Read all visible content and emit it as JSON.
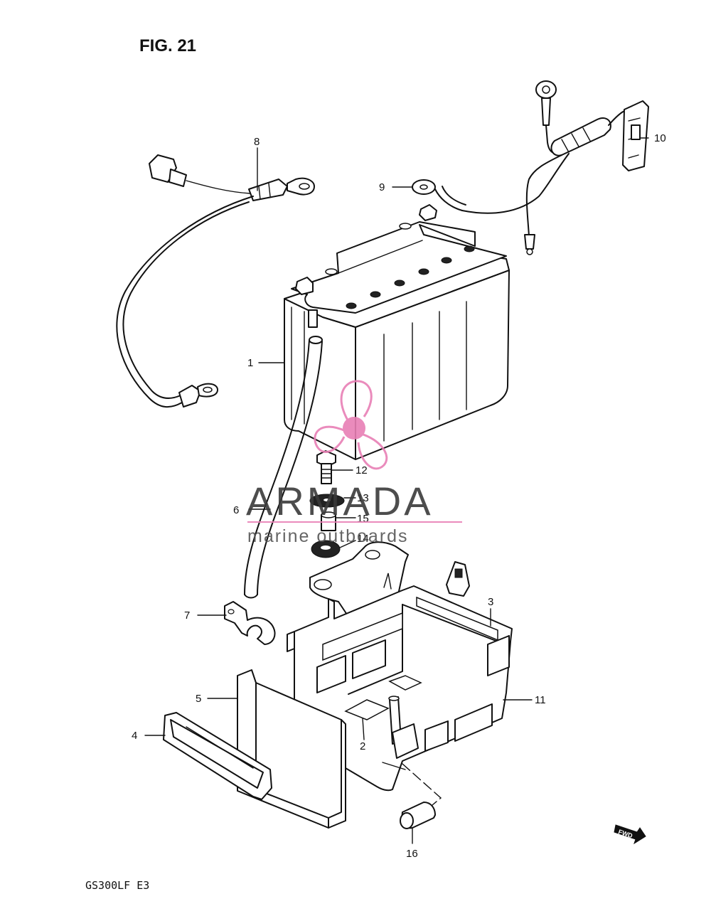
{
  "figure": {
    "title": "FIG. 21",
    "model_code": "GS300LF  E3",
    "fwd_label": "FWD"
  },
  "watermark": {
    "brand": "ARMADA",
    "tagline": "marine outboards",
    "color": "#e87fb5"
  },
  "callouts": [
    {
      "id": "1",
      "label": "1"
    },
    {
      "id": "2",
      "label": "2"
    },
    {
      "id": "3",
      "label": "3"
    },
    {
      "id": "4",
      "label": "4"
    },
    {
      "id": "5",
      "label": "5"
    },
    {
      "id": "6",
      "label": "6"
    },
    {
      "id": "7",
      "label": "7"
    },
    {
      "id": "8",
      "label": "8"
    },
    {
      "id": "9",
      "label": "9"
    },
    {
      "id": "10",
      "label": "10"
    },
    {
      "id": "11",
      "label": "11"
    },
    {
      "id": "12",
      "label": "12"
    },
    {
      "id": "13",
      "label": "13"
    },
    {
      "id": "14",
      "label": "14"
    },
    {
      "id": "15",
      "label": "15"
    },
    {
      "id": "16",
      "label": "16"
    }
  ]
}
